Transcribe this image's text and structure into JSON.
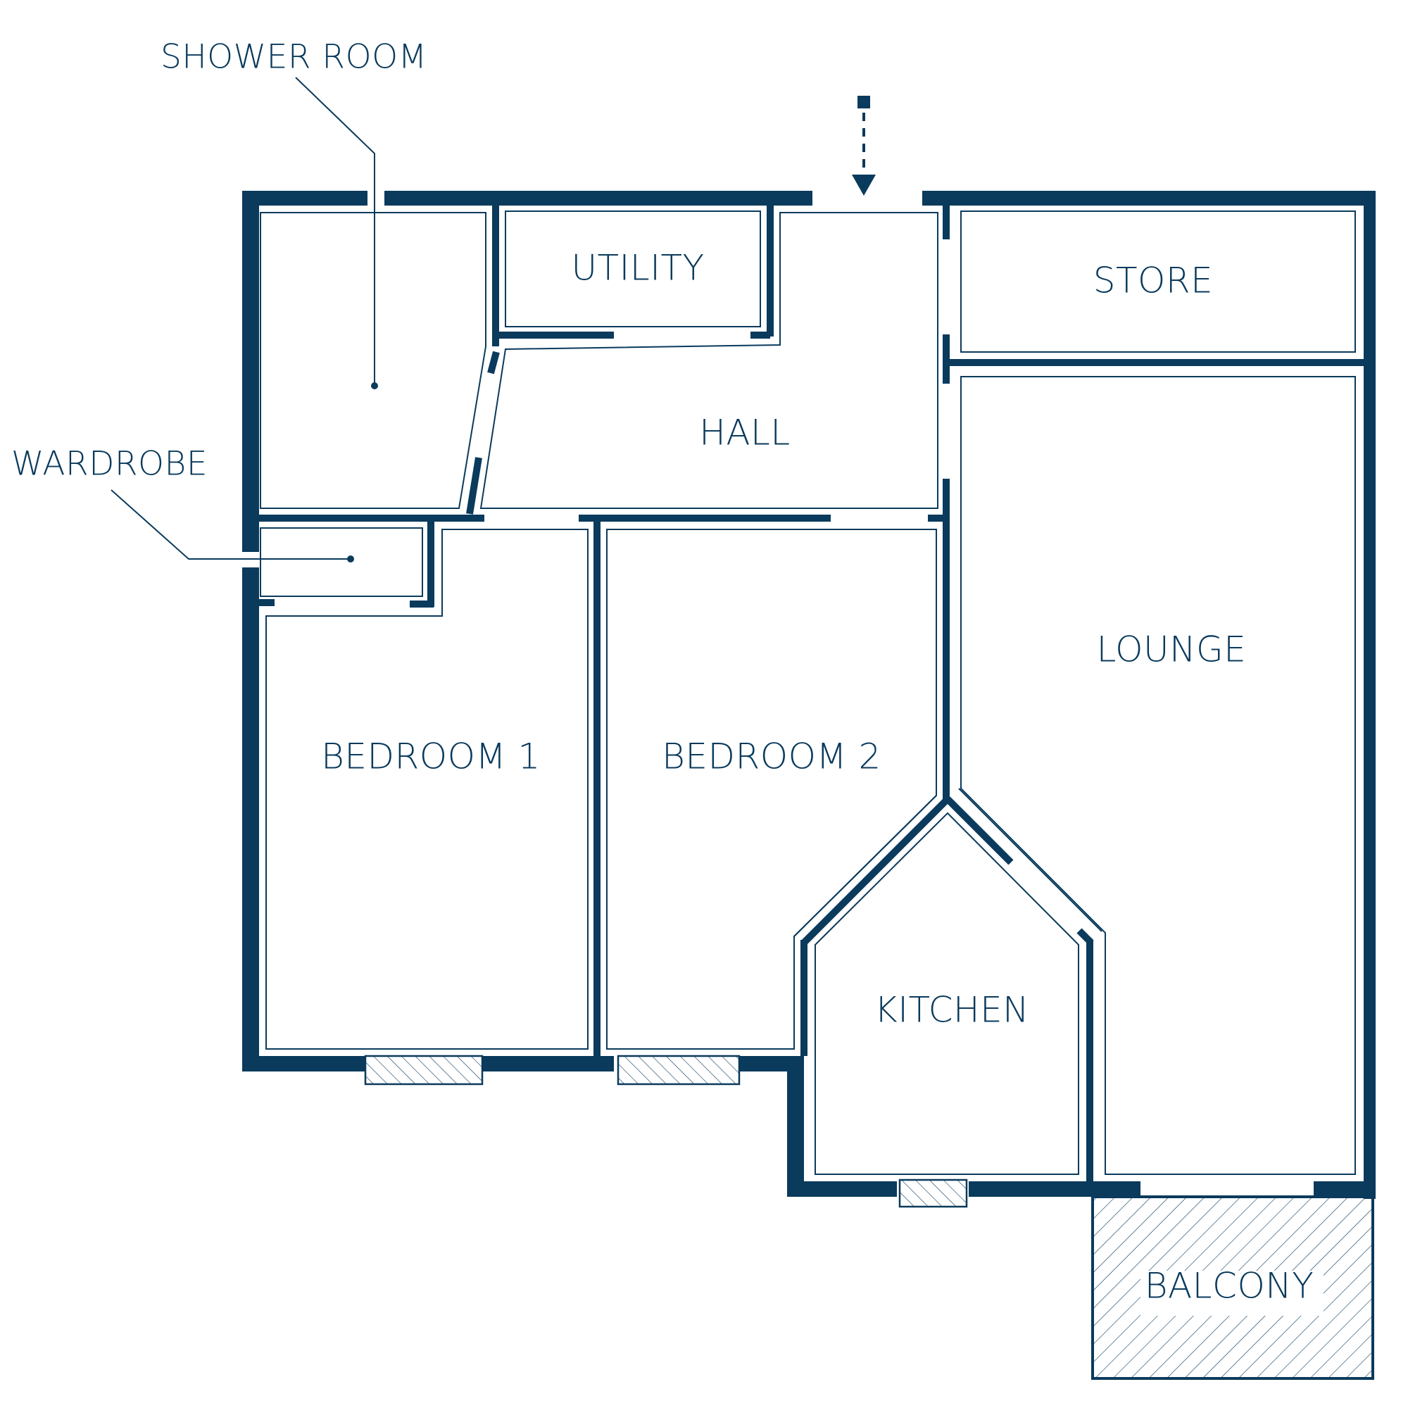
{
  "colors": {
    "wall": "#0a3a5c",
    "line": "#0a3a5c",
    "background": "#ffffff"
  },
  "rooms": {
    "shower_room": "SHOWER ROOM",
    "wardrobe": "WARDROBE",
    "utility": "UTILITY",
    "hall": "HALL",
    "store": "STORE",
    "lounge": "LOUNGE",
    "bedroom_1": "BEDROOM 1",
    "bedroom_2": "BEDROOM 2",
    "kitchen": "KITCHEN",
    "balcony": "BALCONY"
  },
  "icons": {
    "entrance": "entrance-arrow-icon",
    "window": "window-icon"
  }
}
